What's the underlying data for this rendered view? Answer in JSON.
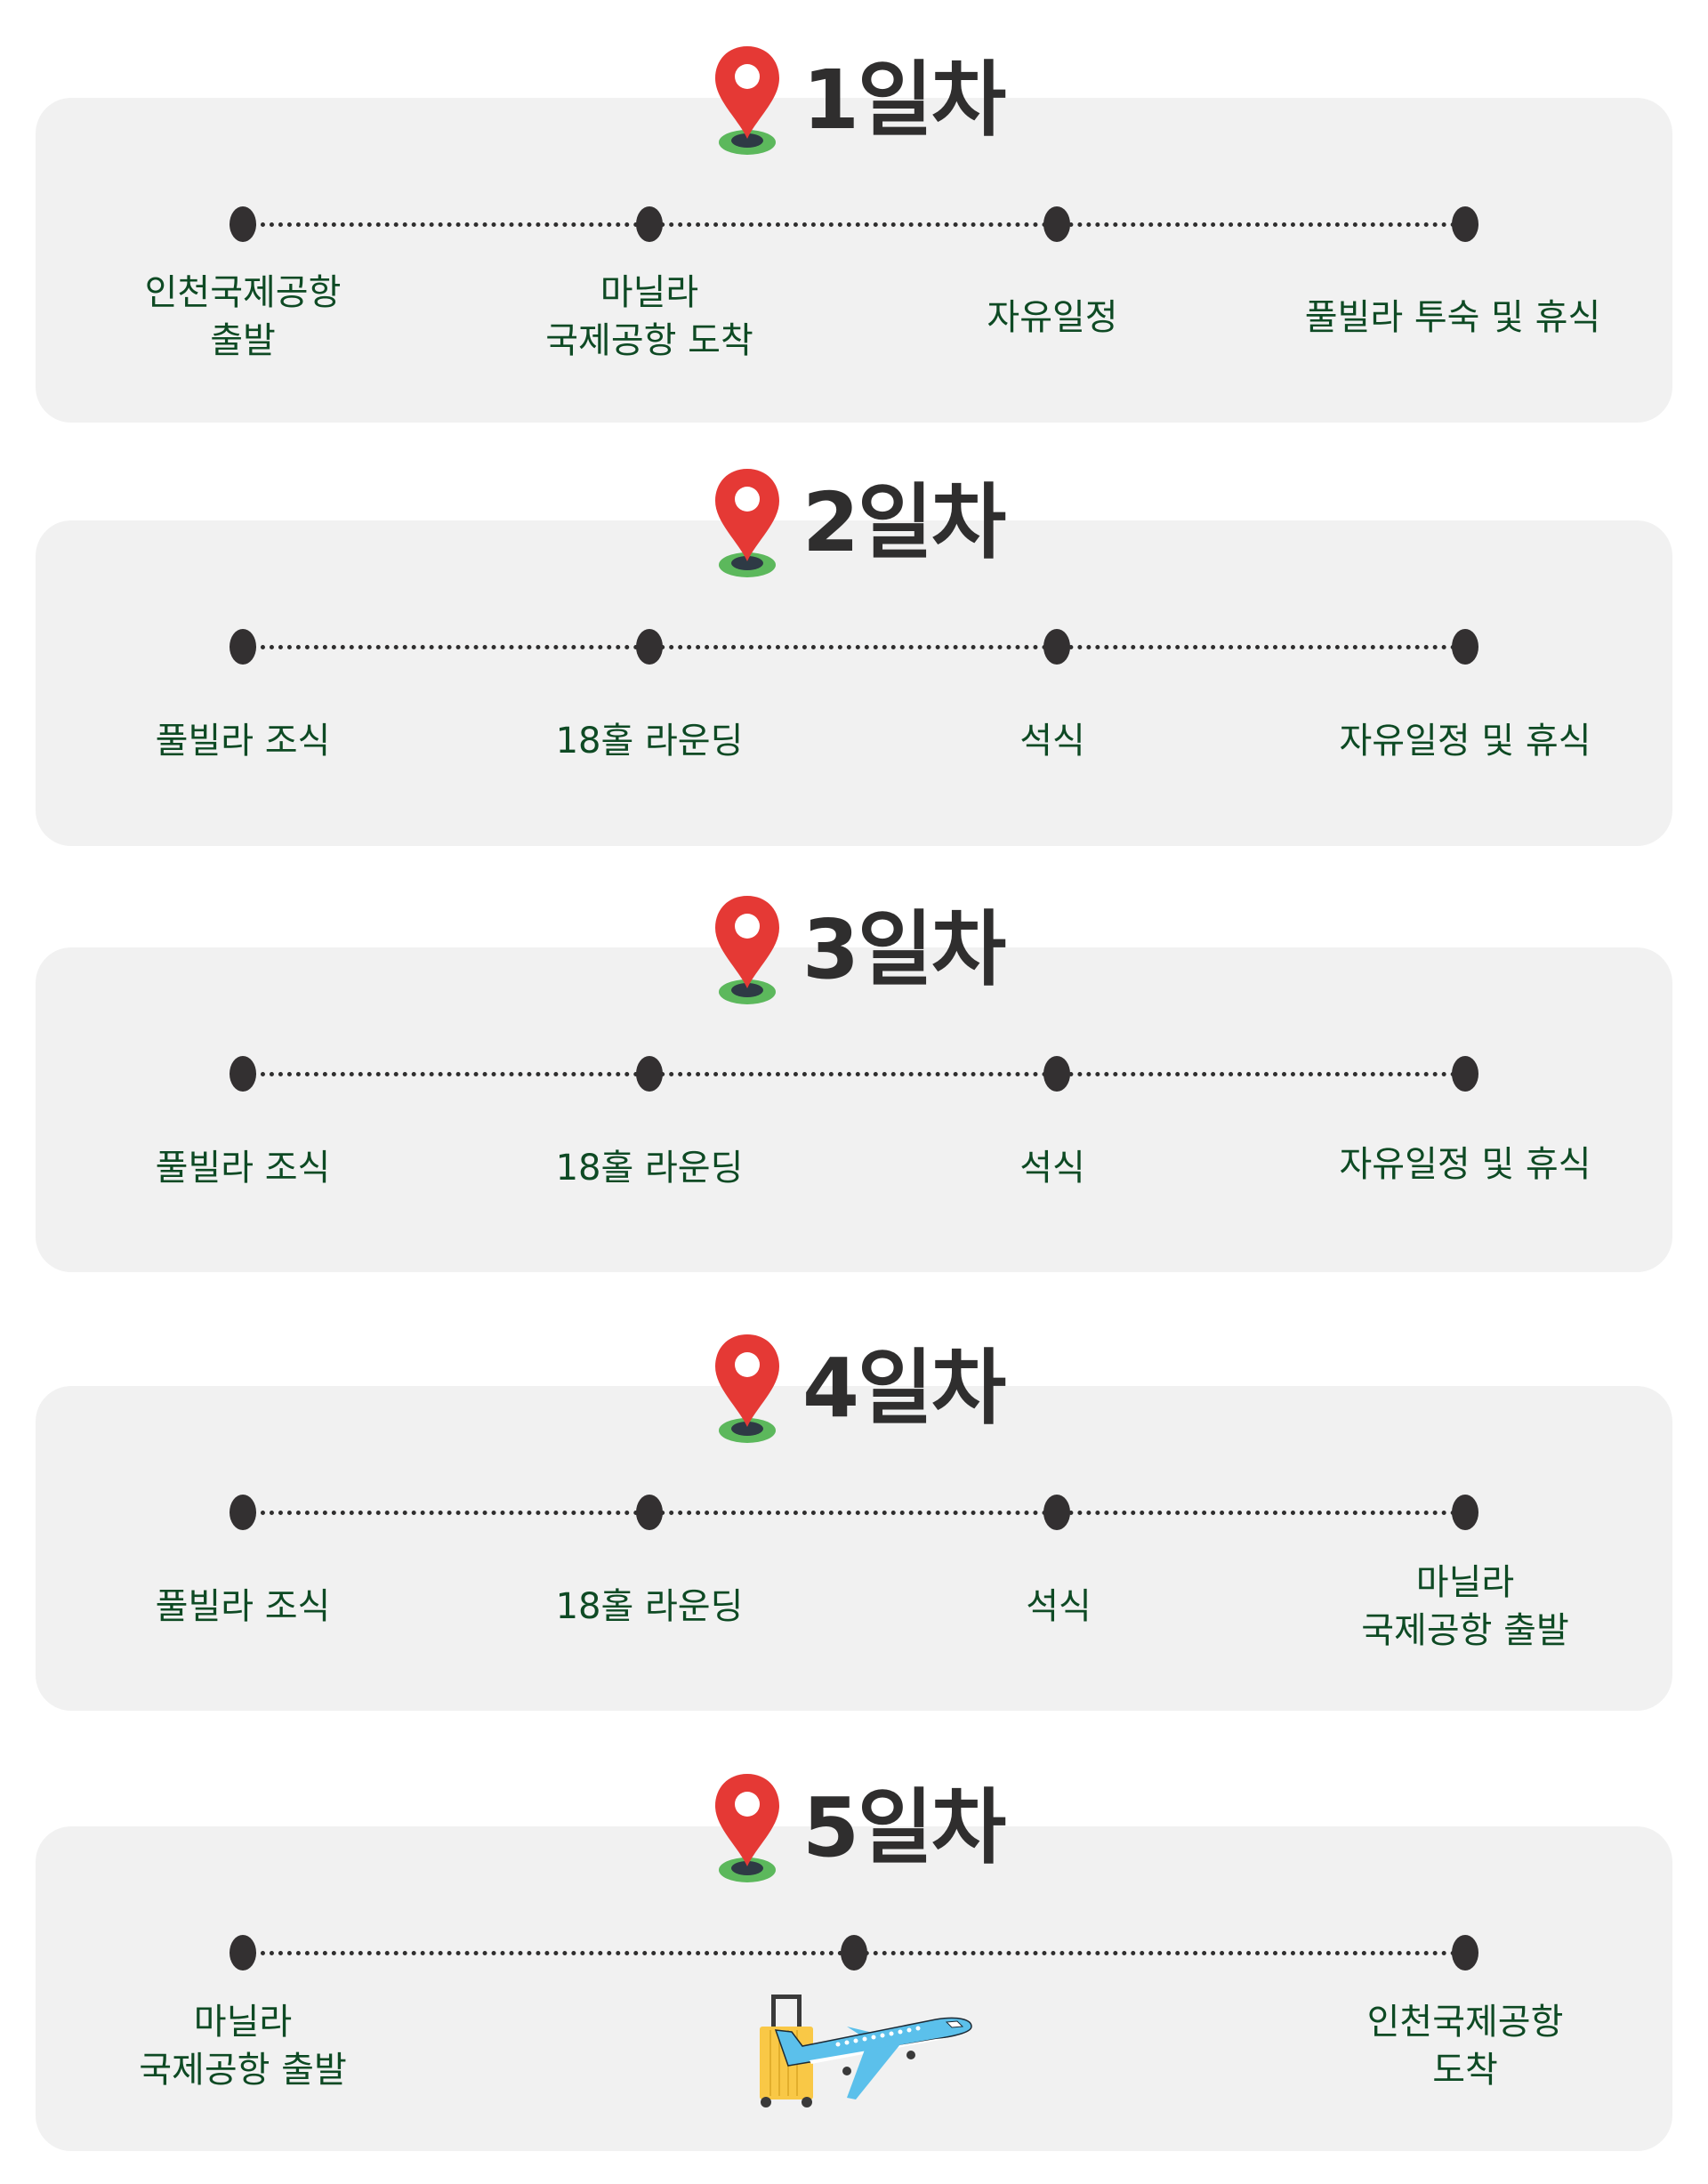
{
  "colors": {
    "card_bg": "#f1f1f1",
    "heading_text": "#2f2e2e",
    "label_text": "#0e4a24",
    "dot": "#333031",
    "pin_red": "#e53935",
    "pin_base_green": "#5cb85c",
    "pin_base_dark": "#2e3a45",
    "plane_blue": "#5bc0eb",
    "suitcase_yellow": "#f9c846"
  },
  "days": [
    {
      "heading": "1일차",
      "icon": "map-pin-icon",
      "stops": [
        {
          "label": "인천국제공항\n출발"
        },
        {
          "label": "마닐라\n국제공항 도착"
        },
        {
          "label": "자유일정"
        },
        {
          "label": "풀빌라 투숙 및 휴식"
        }
      ]
    },
    {
      "heading": "2일차",
      "icon": "map-pin-icon",
      "stops": [
        {
          "label": "풀빌라 조식"
        },
        {
          "label": "18홀 라운딩"
        },
        {
          "label": "석식"
        },
        {
          "label": "자유일정 및 휴식"
        }
      ]
    },
    {
      "heading": "3일차",
      "icon": "map-pin-icon",
      "stops": [
        {
          "label": "풀빌라 조식"
        },
        {
          "label": "18홀 라운딩"
        },
        {
          "label": "석식"
        },
        {
          "label": "자유일정 및 휴식"
        }
      ]
    },
    {
      "heading": "4일차",
      "icon": "map-pin-icon",
      "stops": [
        {
          "label": "풀빌라 조식"
        },
        {
          "label": "18홀 라운딩"
        },
        {
          "label": "석식"
        },
        {
          "label": "마닐라\n국제공항 출발"
        }
      ]
    },
    {
      "heading": "5일차",
      "icon": "map-pin-icon",
      "stops": [
        {
          "label": "마닐라\n국제공항 출발"
        },
        {
          "label": "",
          "icon": "airplane-suitcase-icon"
        },
        {
          "label": "인천국제공항\n도착"
        }
      ]
    }
  ]
}
